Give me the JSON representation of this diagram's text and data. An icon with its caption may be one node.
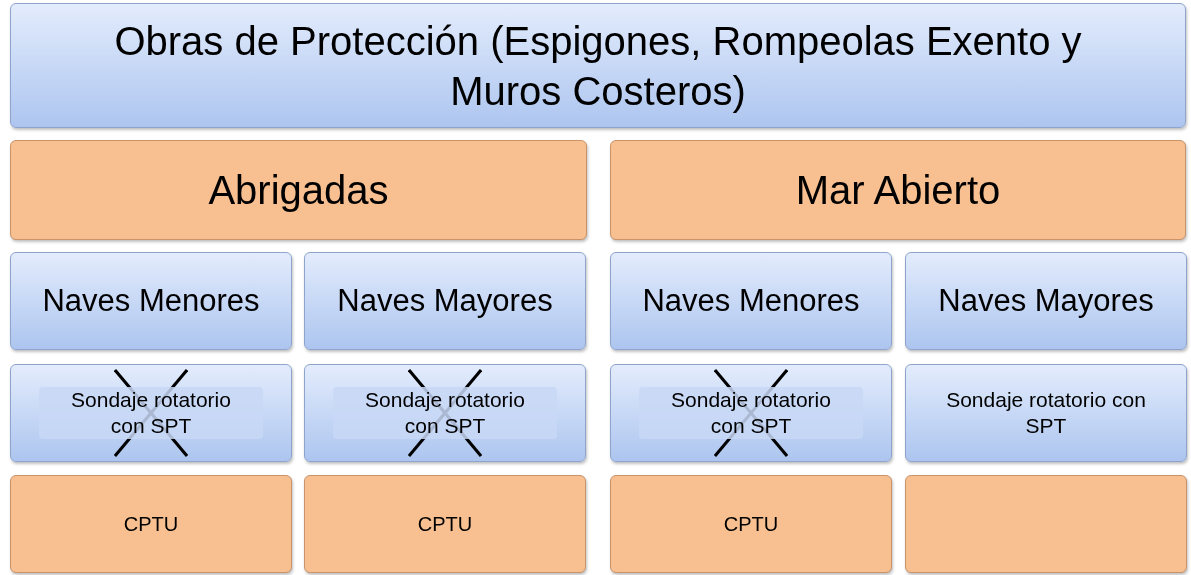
{
  "diagram": {
    "nodes": [
      {
        "text": [
          "Obras de Protección (Espigones, Rompeolas Exento y Muros Costeros)"
        ]
      },
      {
        "text": [
          "Abrigadas"
        ]
      },
      {
        "text": [
          "Mar Abierto"
        ]
      },
      {
        "text": [
          "Naves Menores"
        ]
      },
      {
        "text": [
          "Naves Mayores"
        ]
      },
      {
        "text": [
          "Naves Menores"
        ]
      },
      {
        "text": [
          "Naves Mayores"
        ]
      },
      {
        "text": [
          "Sondaje rotatorio con SPT"
        ]
      },
      {
        "text": [
          "Sondaje rotatorio con SPT"
        ]
      },
      {
        "text": [
          "Sondaje rotatorio con SPT"
        ]
      },
      {
        "text": [
          "Sondaje rotatorio con SPT"
        ]
      },
      {
        "text": [
          "CPTU"
        ]
      },
      {
        "text": [
          "CPTU"
        ]
      },
      {
        "text": [
          "CPTU"
        ]
      },
      {
        "text": [],
        "shape": "box"
      }
    ],
    "edges": []
  }
}
